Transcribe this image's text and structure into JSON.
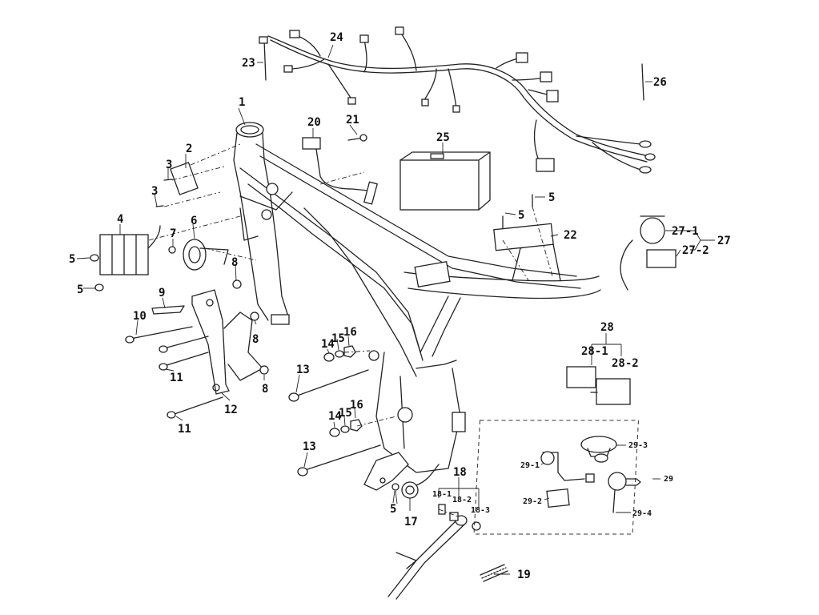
{
  "diagram": {
    "labels": {
      "n1": "1",
      "n2": "2",
      "n3a": "3",
      "n3b": "3",
      "n4": "4",
      "n5_frame_top": "5",
      "n5_frame_bot": "5",
      "n5_stand": "5",
      "n5_ecu_a": "5",
      "n5_ecu_b": "5",
      "n6": "6",
      "n7": "7",
      "n8a": "8",
      "n8b": "8",
      "n8c": "8",
      "n9": "9",
      "n10": "10",
      "n11a": "11",
      "n11b": "11",
      "n12": "12",
      "n13a": "13",
      "n13b": "13",
      "n14a": "14",
      "n14b": "14",
      "n15a": "15",
      "n15b": "15",
      "n16a": "16",
      "n16b": "16",
      "n17": "17",
      "n18": "18",
      "n18_1": "18-1",
      "n18_2": "18-2",
      "n18_3": "18-3",
      "n19": "19",
      "n20": "20",
      "n21": "21",
      "n22": "22",
      "n23": "23",
      "n24": "24",
      "n25": "25",
      "n26": "26",
      "n27": "27",
      "n27_1": "27-1",
      "n27_2": "27-2",
      "n28": "28",
      "n28_1": "28-1",
      "n28_2": "28-2",
      "n29": "29",
      "n29_1": "29-1",
      "n29_2": "29-2",
      "n29_3": "29-3",
      "n29_4": "29-4"
    }
  }
}
